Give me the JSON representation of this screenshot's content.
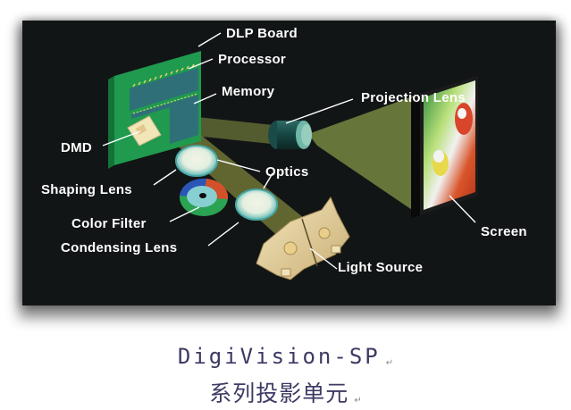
{
  "diagram": {
    "type": "DLP projector optical path illustration",
    "background_color": "#121516",
    "labels": {
      "dlp_board": "DLP Board",
      "processor": "Processor",
      "memory": "Memory",
      "projection_lens": "Projection Lens",
      "dmd": "DMD",
      "optics": "Optics",
      "shaping_lens": "Shaping Lens",
      "color_filter": "Color Filter",
      "condensing_lens": "Condensing Lens",
      "screen": "Screen",
      "light_source": "Light Source"
    },
    "colors": {
      "board_green": "#1f9a4e",
      "chip_teal": "#2f6f78",
      "beam_olive": "#6b7a3a",
      "lens_cyan": "#8fd3cf",
      "lamp_beige": "#e8d7a6",
      "wheel_blue": "#2a56b8",
      "wheel_green": "#2aa352",
      "wheel_red": "#d2502a",
      "label_white": "#ffffff"
    }
  },
  "caption": {
    "line1": "DigiVision-SP",
    "line2": "系列投影单元",
    "paragraph_mark": "↵",
    "color": "#3c3a63"
  }
}
